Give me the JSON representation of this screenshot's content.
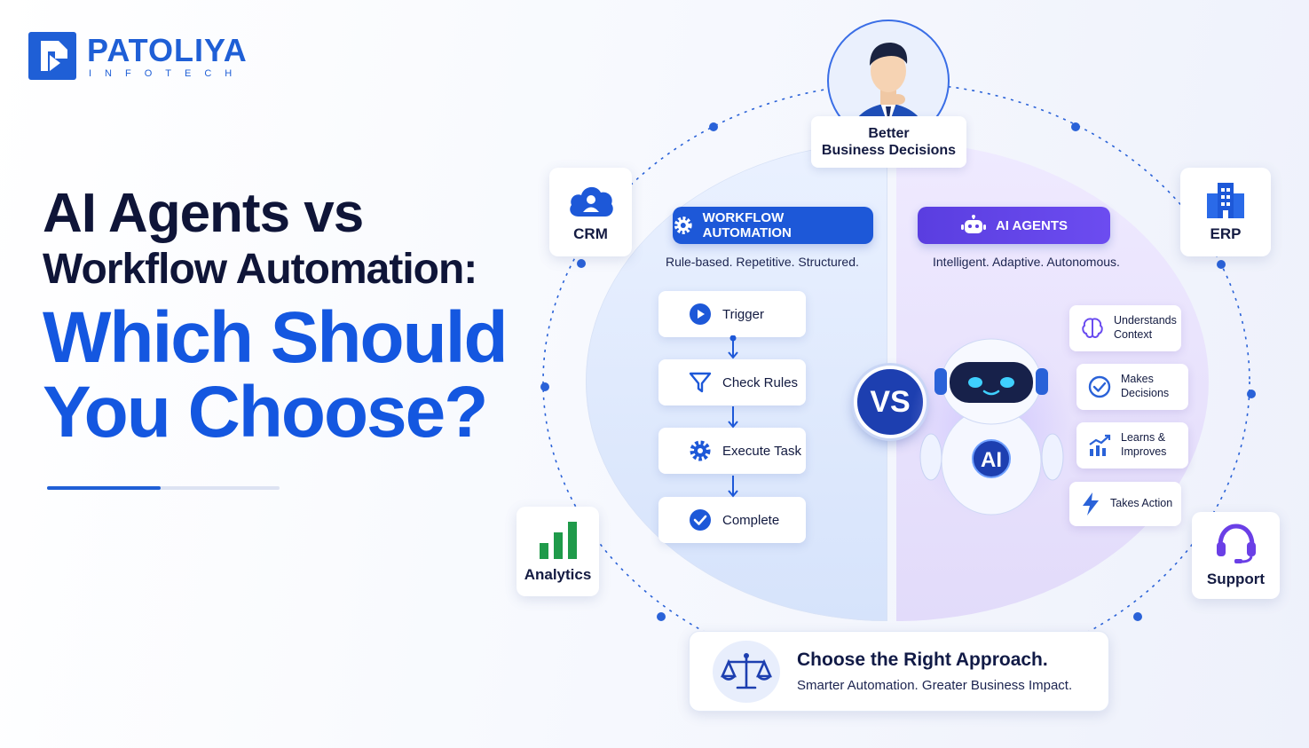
{
  "brand": {
    "name": "PATOLIYA",
    "sub": "INFOTECH"
  },
  "headline": {
    "line1": "AI Agents vs",
    "line2": "Workflow Automation:",
    "line3": "Which Should",
    "line4": "You Choose?"
  },
  "center": {
    "top_label_line1": "Better",
    "top_label_line2": "Business Decisions",
    "vs": "VS",
    "robot_badge": "AI"
  },
  "workflow": {
    "title": "WORKFLOW AUTOMATION",
    "tagline": "Rule-based. Repetitive. Structured.",
    "steps": [
      "Trigger",
      "Check Rules",
      "Execute Task",
      "Complete"
    ]
  },
  "ai_agents": {
    "title": "AI AGENTS",
    "tagline": "Intelligent. Adaptive. Autonomous.",
    "features": [
      {
        "line1": "Understands",
        "line2": "Context"
      },
      {
        "line1": "Makes",
        "line2": "Decisions"
      },
      {
        "line1": "Learns &",
        "line2": "Improves"
      },
      {
        "line1": "Takes Action",
        "line2": ""
      }
    ]
  },
  "systems": {
    "crm": "CRM",
    "erp": "ERP",
    "analytics": "Analytics",
    "support": "Support"
  },
  "footer": {
    "title": "Choose the Right Approach.",
    "subtitle": "Smarter Automation. Greater Business Impact."
  },
  "colors": {
    "primary_blue": "#1f5fd6",
    "headline_blue": "#1457e0",
    "purple": "#5a3ee0",
    "navy": "#0f1538",
    "analytics_green": "#1f9a4a"
  }
}
